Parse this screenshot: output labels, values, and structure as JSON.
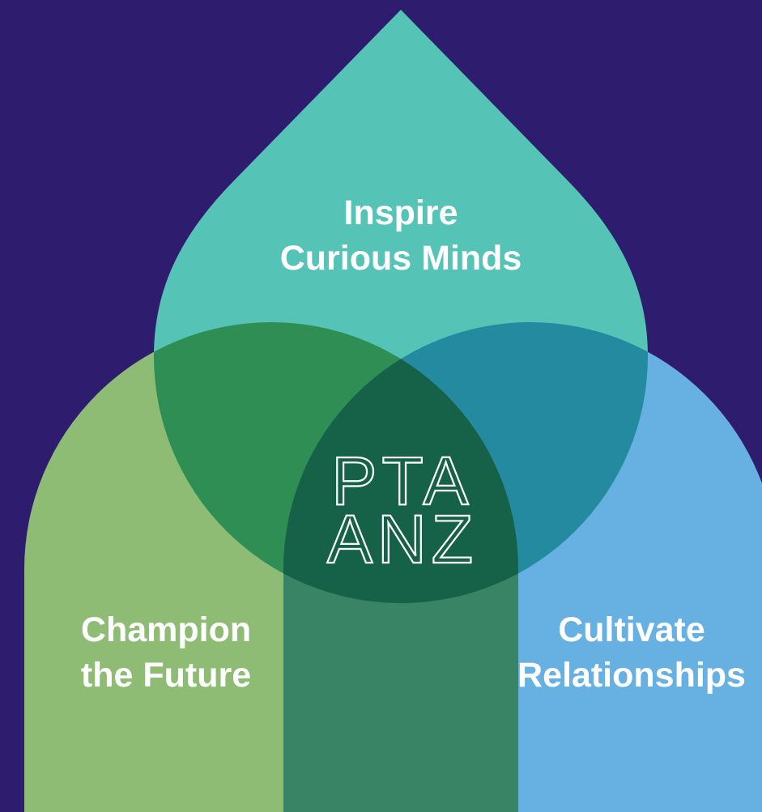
{
  "diagram": {
    "center_label_line1": "PTA",
    "center_label_line2": "ANZ",
    "petals": [
      {
        "id": "top",
        "line1": "Inspire",
        "line2": "Curious Minds",
        "color": "#55C3B6"
      },
      {
        "id": "left",
        "line1": "Champion",
        "line2": "the Future",
        "color": "#8FBC74"
      },
      {
        "id": "right",
        "line1": "Cultivate",
        "line2": "Relationships",
        "color": "#67B0E2"
      }
    ],
    "overlap_colors": {
      "top_left": "#2F8E54",
      "top_right": "#238A9F",
      "left_right": "#3A8466",
      "center": "#156248"
    },
    "background_color": "#2E1C6E"
  }
}
